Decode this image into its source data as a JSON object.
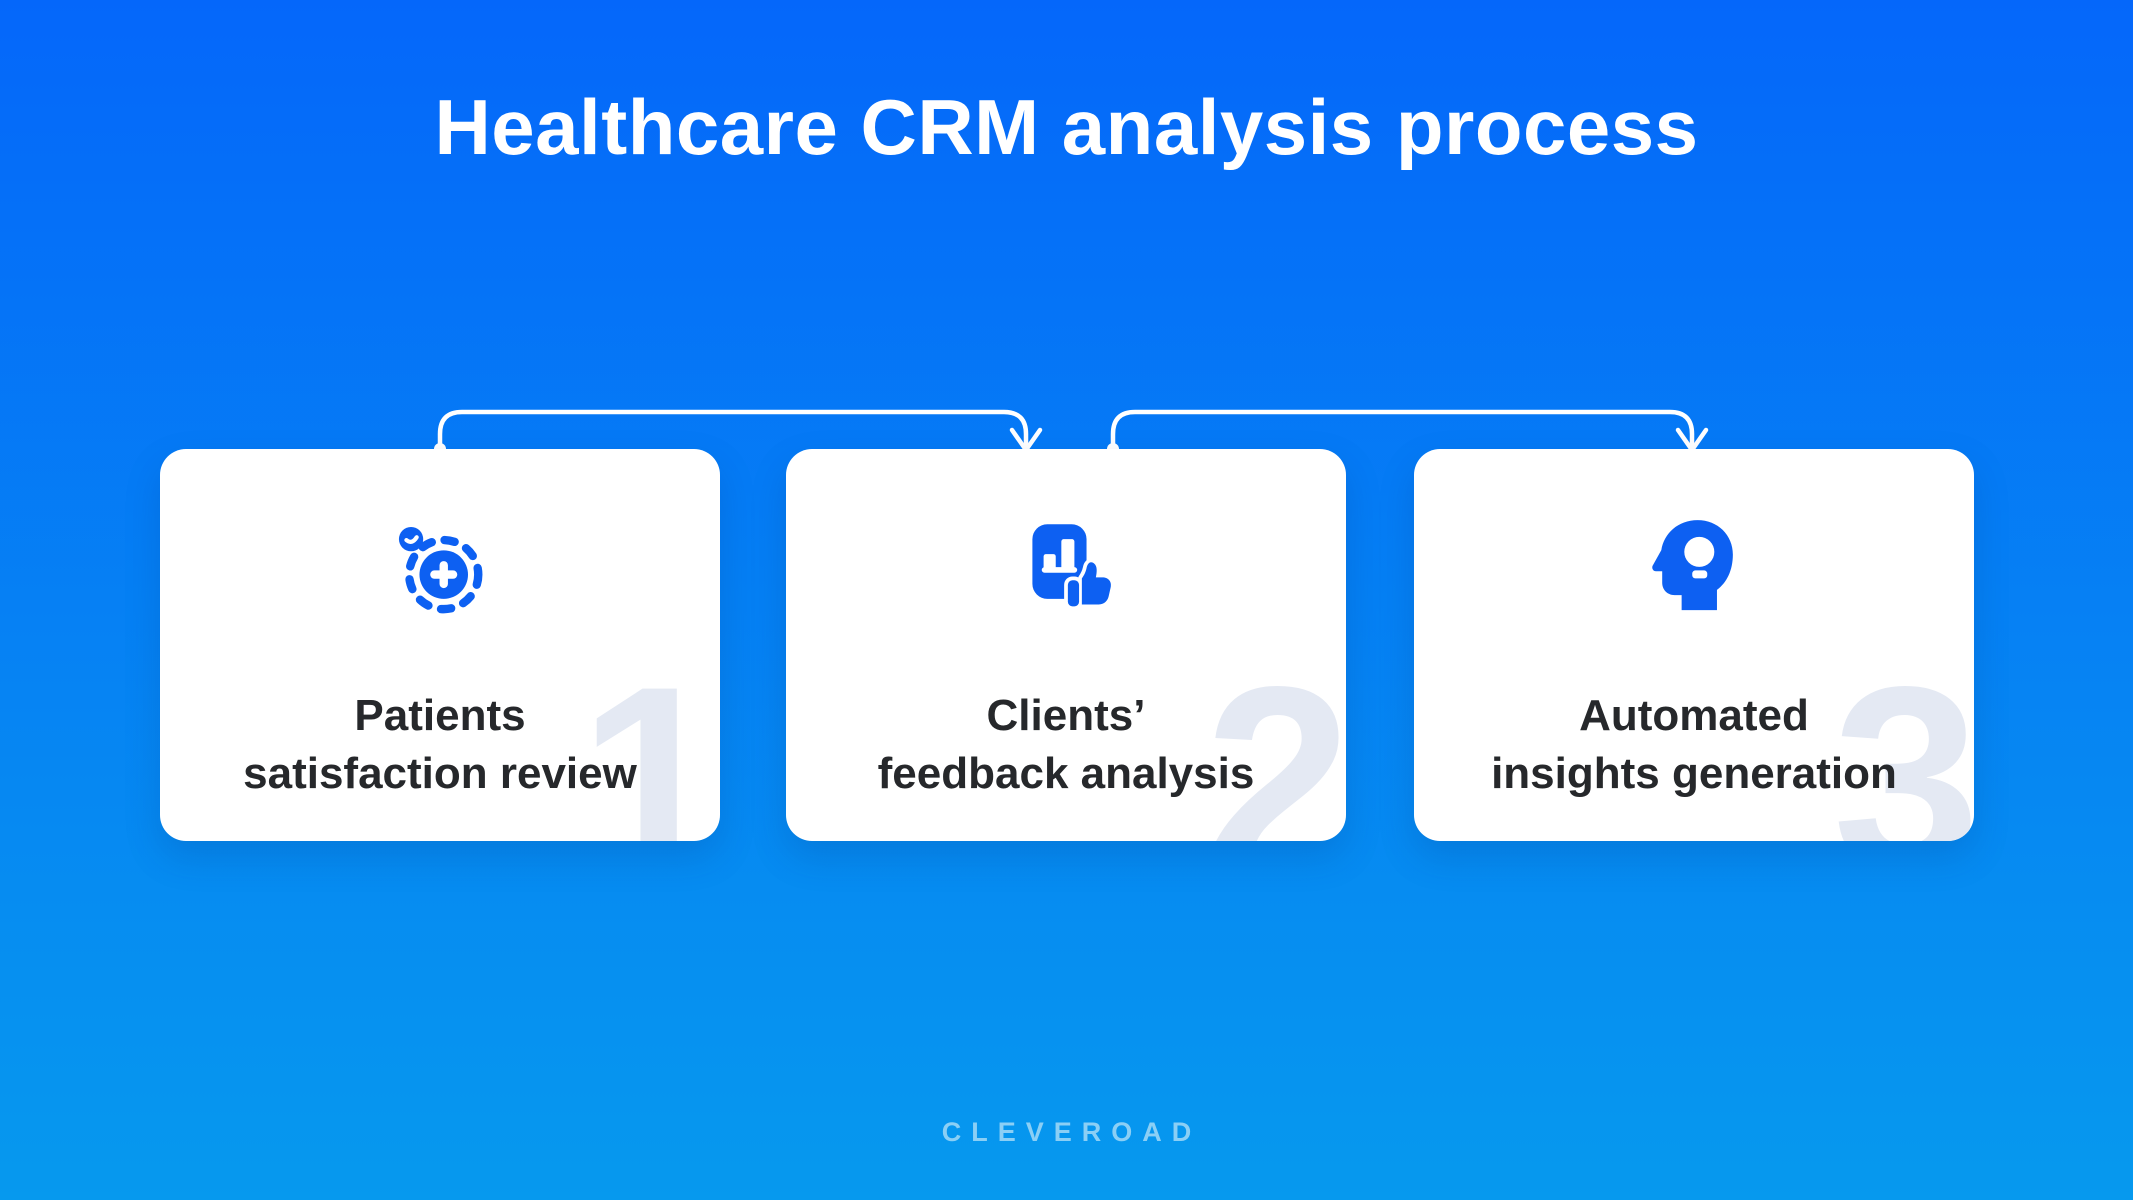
{
  "title": "Healthcare CRM analysis process",
  "brand": "CLEVEROAD",
  "colors": {
    "bg_top": "#0567FA",
    "bg_bottom": "#0699EE",
    "card_bg": "#FFFFFF",
    "accent_blue": "#0D60F2",
    "text_dark": "#26282B",
    "number_fill": "#E4E9F3",
    "connector": "#FFFFFF",
    "brand_text": "#8BCFF5"
  },
  "steps": [
    {
      "number": "1",
      "title_line1": "Patients",
      "title_line2": "satisfaction review",
      "icon": "patients-satisfaction-icon"
    },
    {
      "number": "2",
      "title_line1": "Clients’",
      "title_line2": "feedback analysis",
      "icon": "feedback-analysis-icon"
    },
    {
      "number": "3",
      "title_line1": "Automated",
      "title_line2": "insights generation",
      "icon": "insights-generation-icon"
    }
  ],
  "connectors": [
    {
      "from": "1",
      "to": "2"
    },
    {
      "from": "2",
      "to": "3"
    }
  ]
}
